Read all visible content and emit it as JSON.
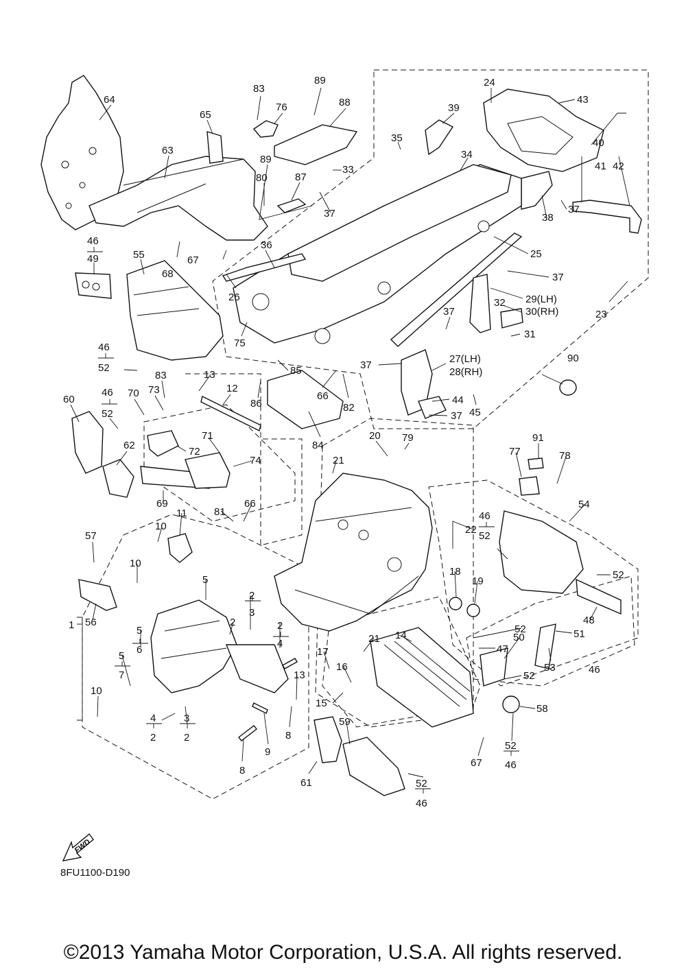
{
  "diagram": {
    "reference_code": "8FU1100-D190",
    "fwd_label": "FWD",
    "copyright": "©2013 Yamaha Motor Corporation, U.S.A. All rights reserved.",
    "labels": [
      {
        "id": "64",
        "text": "64"
      },
      {
        "id": "65",
        "text": "65"
      },
      {
        "id": "63",
        "text": "63"
      },
      {
        "id": "83a",
        "text": "83"
      },
      {
        "id": "76",
        "text": "76"
      },
      {
        "id": "89a",
        "text": "89"
      },
      {
        "id": "88",
        "text": "88"
      },
      {
        "id": "89b",
        "text": "89"
      },
      {
        "id": "80",
        "text": "80"
      },
      {
        "id": "87",
        "text": "87"
      },
      {
        "id": "33",
        "text": "33"
      },
      {
        "id": "37a",
        "text": "37"
      },
      {
        "id": "35",
        "text": "35"
      },
      {
        "id": "39",
        "text": "39"
      },
      {
        "id": "24",
        "text": "24"
      },
      {
        "id": "43",
        "text": "43"
      },
      {
        "id": "34",
        "text": "34"
      },
      {
        "id": "40",
        "text": "40"
      },
      {
        "id": "41",
        "text": "41"
      },
      {
        "id": "42",
        "text": "42"
      },
      {
        "id": "37b",
        "text": "37"
      },
      {
        "id": "38",
        "text": "38"
      },
      {
        "id": "25",
        "text": "25"
      },
      {
        "id": "37c",
        "text": "37"
      },
      {
        "id": "46a",
        "text": "46"
      },
      {
        "id": "49",
        "text": "49"
      },
      {
        "id": "68",
        "text": "68"
      },
      {
        "id": "67a",
        "text": "67"
      },
      {
        "id": "36",
        "text": "36"
      },
      {
        "id": "55",
        "text": "55"
      },
      {
        "id": "26",
        "text": "26"
      },
      {
        "id": "29",
        "text": "29(LH)"
      },
      {
        "id": "30",
        "text": "30(RH)"
      },
      {
        "id": "32",
        "text": "32"
      },
      {
        "id": "23",
        "text": "23"
      },
      {
        "id": "37d",
        "text": "37"
      },
      {
        "id": "31",
        "text": "31"
      },
      {
        "id": "75",
        "text": "75"
      },
      {
        "id": "46b",
        "text": "46"
      },
      {
        "id": "52a",
        "text": "52"
      },
      {
        "id": "85",
        "text": "85"
      },
      {
        "id": "37e",
        "text": "37"
      },
      {
        "id": "27",
        "text": "27(LH)"
      },
      {
        "id": "28",
        "text": "28(RH)"
      },
      {
        "id": "90",
        "text": "90"
      },
      {
        "id": "13a",
        "text": "13"
      },
      {
        "id": "12",
        "text": "12"
      },
      {
        "id": "83b",
        "text": "83"
      },
      {
        "id": "86",
        "text": "86"
      },
      {
        "id": "66a",
        "text": "66"
      },
      {
        "id": "82",
        "text": "82"
      },
      {
        "id": "44",
        "text": "44"
      },
      {
        "id": "45",
        "text": "45"
      },
      {
        "id": "37f",
        "text": "37"
      },
      {
        "id": "60",
        "text": "60"
      },
      {
        "id": "70",
        "text": "70"
      },
      {
        "id": "73",
        "text": "73"
      },
      {
        "id": "46c",
        "text": "46"
      },
      {
        "id": "52b",
        "text": "52"
      },
      {
        "id": "84",
        "text": "84"
      },
      {
        "id": "20",
        "text": "20"
      },
      {
        "id": "79",
        "text": "79"
      },
      {
        "id": "91",
        "text": "91"
      },
      {
        "id": "62",
        "text": "62"
      },
      {
        "id": "71",
        "text": "71"
      },
      {
        "id": "72",
        "text": "72"
      },
      {
        "id": "74",
        "text": "74"
      },
      {
        "id": "21a",
        "text": "21"
      },
      {
        "id": "77",
        "text": "77"
      },
      {
        "id": "78",
        "text": "78"
      },
      {
        "id": "69",
        "text": "69"
      },
      {
        "id": "81",
        "text": "81"
      },
      {
        "id": "66b",
        "text": "66"
      },
      {
        "id": "54",
        "text": "54"
      },
      {
        "id": "57",
        "text": "57"
      },
      {
        "id": "10a",
        "text": "10"
      },
      {
        "id": "11",
        "text": "11"
      },
      {
        "id": "46d",
        "text": "46"
      },
      {
        "id": "52c",
        "text": "52"
      },
      {
        "id": "22",
        "text": "22"
      },
      {
        "id": "10b",
        "text": "10"
      },
      {
        "id": "52d",
        "text": "52"
      },
      {
        "id": "5a",
        "text": "5"
      },
      {
        "id": "18",
        "text": "18"
      },
      {
        "id": "19",
        "text": "19"
      },
      {
        "id": "56",
        "text": "56"
      },
      {
        "id": "2a",
        "text": "2"
      },
      {
        "id": "3a",
        "text": "3"
      },
      {
        "id": "48",
        "text": "48"
      },
      {
        "id": "2b",
        "text": "2"
      },
      {
        "id": "2c",
        "text": "2"
      },
      {
        "id": "4a",
        "text": "4"
      },
      {
        "id": "52e",
        "text": "52"
      },
      {
        "id": "14",
        "text": "14"
      },
      {
        "id": "51",
        "text": "51"
      },
      {
        "id": "5b",
        "text": "5"
      },
      {
        "id": "6",
        "text": "6"
      },
      {
        "id": "1",
        "text": "1"
      },
      {
        "id": "21b",
        "text": "21"
      },
      {
        "id": "50",
        "text": "50"
      },
      {
        "id": "47",
        "text": "47"
      },
      {
        "id": "17",
        "text": "17"
      },
      {
        "id": "5c",
        "text": "5"
      },
      {
        "id": "7",
        "text": "7"
      },
      {
        "id": "13b",
        "text": "13"
      },
      {
        "id": "16",
        "text": "16"
      },
      {
        "id": "53",
        "text": "53"
      },
      {
        "id": "46e",
        "text": "46"
      },
      {
        "id": "52f",
        "text": "52"
      },
      {
        "id": "15",
        "text": "15"
      },
      {
        "id": "10c",
        "text": "10"
      },
      {
        "id": "58",
        "text": "58"
      },
      {
        "id": "4b",
        "text": "4"
      },
      {
        "id": "2d",
        "text": "2"
      },
      {
        "id": "3b",
        "text": "3"
      },
      {
        "id": "2e",
        "text": "2"
      },
      {
        "id": "59",
        "text": "59"
      },
      {
        "id": "8a",
        "text": "8"
      },
      {
        "id": "9",
        "text": "9"
      },
      {
        "id": "52g",
        "text": "52"
      },
      {
        "id": "46f",
        "text": "46"
      },
      {
        "id": "67b",
        "text": "67"
      },
      {
        "id": "8b",
        "text": "8"
      },
      {
        "id": "61",
        "text": "61"
      },
      {
        "id": "52h",
        "text": "52"
      },
      {
        "id": "46g",
        "text": "46"
      }
    ]
  }
}
